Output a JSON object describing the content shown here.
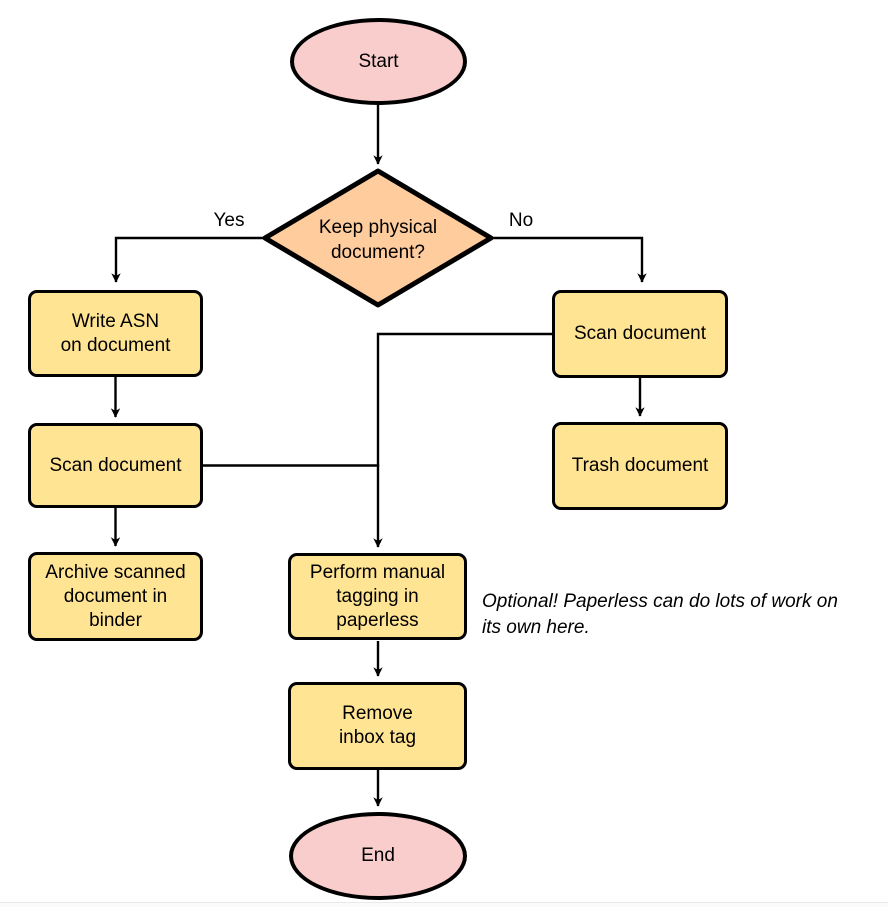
{
  "colors": {
    "terminal_fill": "#F8CDCC",
    "decision_fill": "#FFCC9E",
    "process_fill": "#FFE494",
    "line_color": "#000000"
  },
  "nodes": {
    "start": {
      "label": "Start"
    },
    "decision": {
      "label": "Keep physical\ndocument?"
    },
    "write_asn": {
      "label": "Write ASN\non document"
    },
    "scan_left": {
      "label": "Scan document"
    },
    "archive": {
      "label": "Archive scanned\ndocument in\nbinder"
    },
    "scan_right": {
      "label": "Scan document"
    },
    "trash": {
      "label": "Trash document"
    },
    "perform_tagging": {
      "label": "Perform manual\ntagging in\npaperless"
    },
    "remove_inbox": {
      "label": "Remove\ninbox tag"
    },
    "end": {
      "label": "End"
    }
  },
  "edges": {
    "yes_label": "Yes",
    "no_label": "No"
  },
  "annotation": {
    "text": "Optional! Paperless can do lots of work on\nits own here."
  }
}
